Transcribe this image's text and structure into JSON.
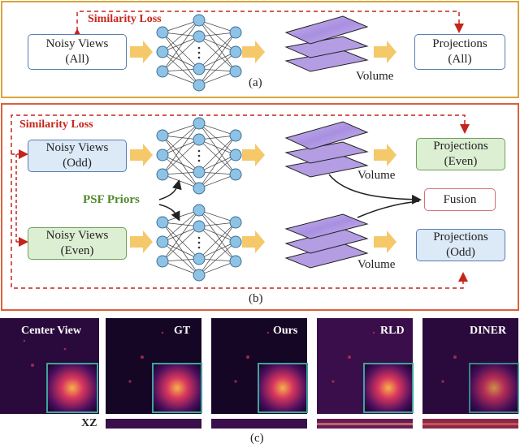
{
  "panel_a": {
    "loss_label": "Similarity Loss",
    "input": {
      "line1": "Noisy Views",
      "line2": "(All)"
    },
    "output": {
      "line1": "Projections",
      "line2": "(All)"
    },
    "volume_label": "Volume",
    "caption": "(a)"
  },
  "panel_b": {
    "loss_label": "Similarity Loss",
    "input_odd": {
      "line1": "Noisy Views",
      "line2": "(Odd)"
    },
    "input_even": {
      "line1": "Noisy Views",
      "line2": "(Even)"
    },
    "output_even": {
      "line1": "Projections",
      "line2": "(Even)"
    },
    "output_odd": {
      "line1": "Projections",
      "line2": "(Odd)"
    },
    "fusion": "Fusion",
    "psf": "PSF Priors",
    "volume_label_top": "Volume",
    "volume_label_bottom": "Volume",
    "caption": "(b)"
  },
  "panel_c": {
    "tiles": [
      "Center View",
      "GT",
      "Ours",
      "RLD",
      "DINER"
    ],
    "xz_label": "XZ",
    "caption": "(c)"
  },
  "colors": {
    "frame_a": "#d9a53c",
    "frame_b": "#d9623c",
    "loss_red": "#c5241b",
    "node_blue": "#8fc3e6",
    "box_blue": "#dce9f6",
    "box_green": "#ddefd3",
    "box_pink_border": "#d6707a",
    "arrow": "#f5c86a",
    "volume": "#b49de3",
    "inset_border": "#3fa39b"
  }
}
